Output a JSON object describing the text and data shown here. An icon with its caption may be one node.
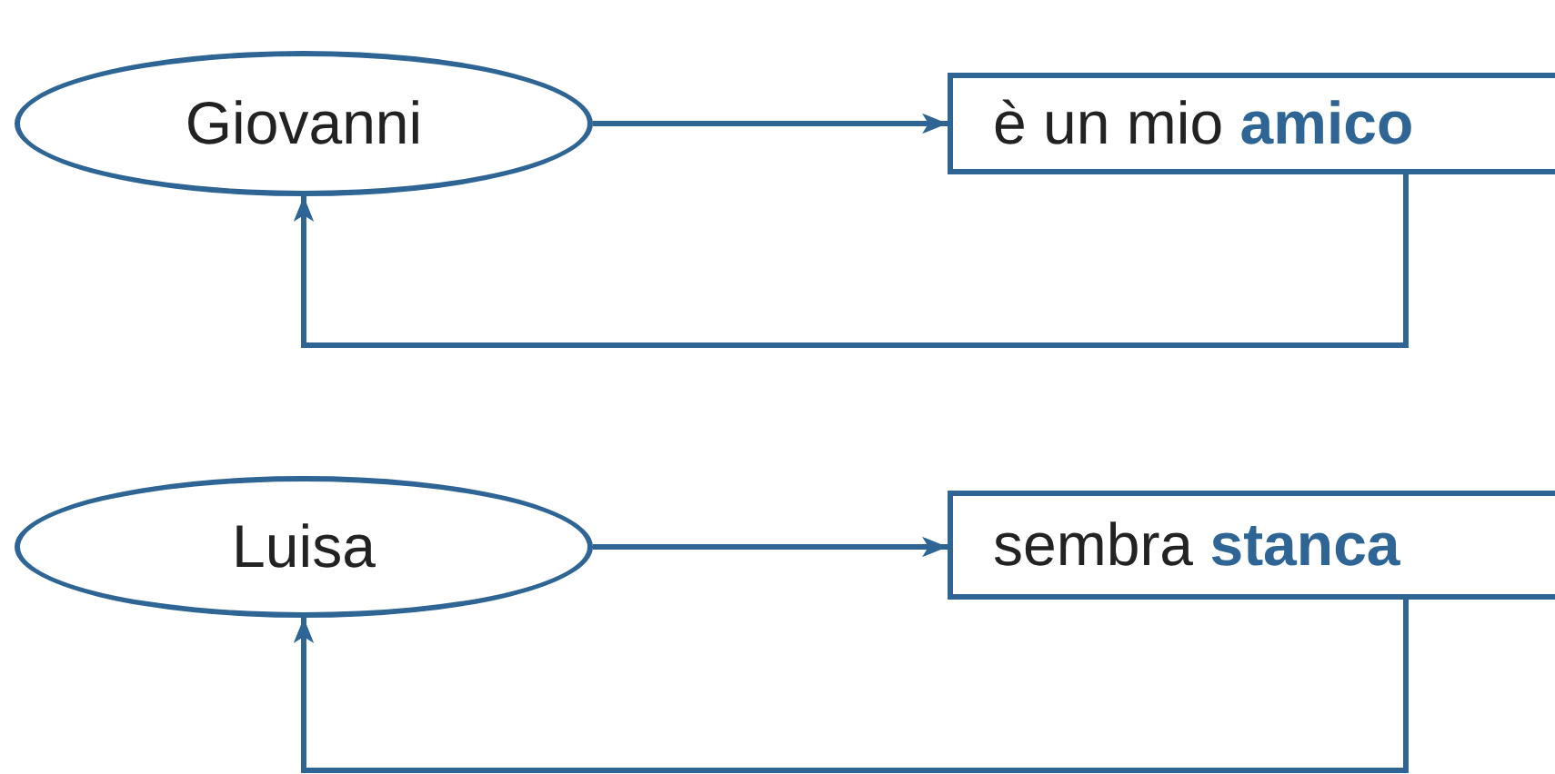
{
  "diagram": {
    "nodes": [
      {
        "text": [
          "Giovanni"
        ]
      },
      {
        "text": [
          "è un mio **amico**"
        ]
      },
      {
        "text": [
          "Luisa"
        ]
      },
      {
        "text": [
          "sembra **stanca**"
        ]
      }
    ],
    "edges": [
      {
        "from": 0,
        "to": 1,
        "arrow": "to"
      },
      {
        "from": 1,
        "to": 0,
        "arrow": "to"
      },
      {
        "from": 2,
        "to": 3,
        "arrow": "to"
      },
      {
        "from": 3,
        "to": 2,
        "arrow": "to"
      }
    ]
  }
}
